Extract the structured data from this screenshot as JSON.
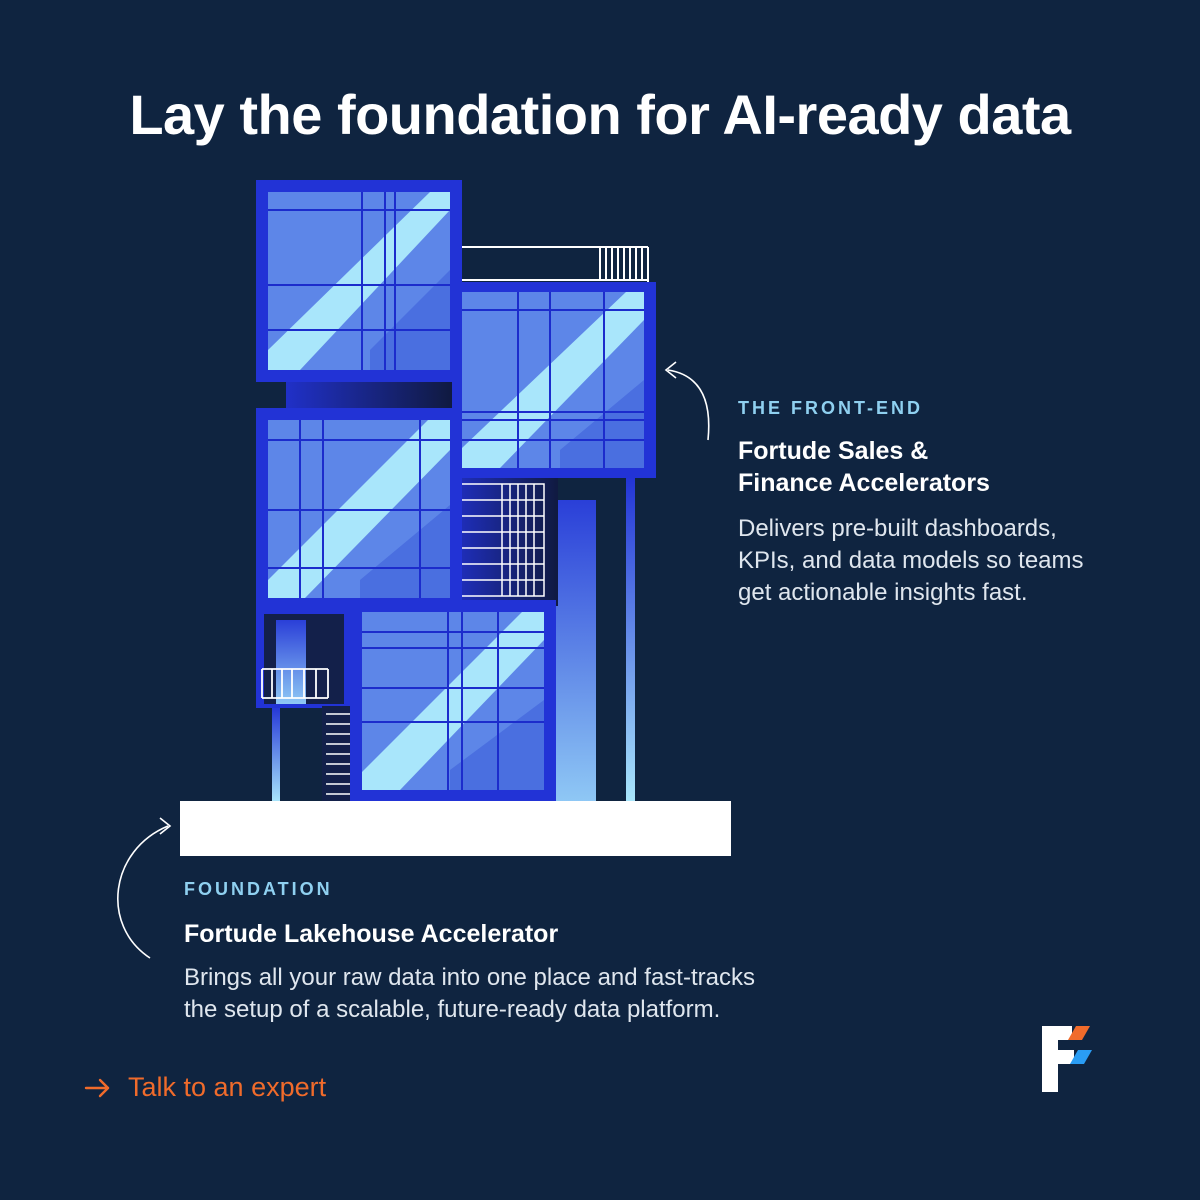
{
  "title": "Lay the foundation for AI-ready data",
  "front_end": {
    "kicker": "THE FRONT-END",
    "heading_line1": "Fortude Sales &",
    "heading_line2": "Finance Accelerators",
    "body_line1": "Delivers pre-built dashboards,",
    "body_line2": "KPIs, and data models so teams",
    "body_line3": "get actionable insights fast."
  },
  "foundation": {
    "kicker": "FOUNDATION",
    "heading": "Fortude Lakehouse Accelerator",
    "body_line1": "Brings all your raw data into one place and fast-tracks",
    "body_line2": "the setup of a scalable, future-ready data platform."
  },
  "cta": {
    "icon": "arrow-right-icon",
    "label": "Talk to an expert"
  },
  "colors": {
    "background": "#0f2440",
    "accent": "#f06b2b",
    "kicker": "#8fd0f0",
    "building_frame": "#2233d6",
    "glass": "#5d86e8",
    "glass_highlight": "#a9e6fb",
    "logo_blue": "#2a9df4"
  }
}
